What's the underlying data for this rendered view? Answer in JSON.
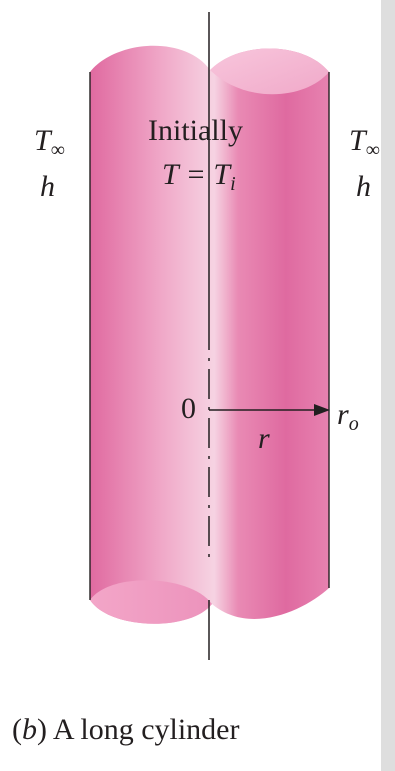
{
  "left_conditions": {
    "t_symbol": "T",
    "t_subscript": "∞",
    "h_symbol": "h"
  },
  "right_conditions": {
    "t_symbol": "T",
    "t_subscript": "∞",
    "h_symbol": "h"
  },
  "initial_condition": {
    "line1": "Initially",
    "line2_prefix": "T = T",
    "line2_subscript": "i"
  },
  "axis": {
    "origin_label": "0",
    "radius_label": "r",
    "outer_radius_symbol": "r",
    "outer_radius_subscript": "o"
  },
  "caption": {
    "letter": "b",
    "text": " A long cylinder"
  },
  "colors": {
    "cylinder_light": "#f6cfe0",
    "cylinder_mid": "#e98ab4",
    "cylinder_dark": "#e06aa0",
    "cap_top": "#f4b7d0",
    "cap_bottom": "#ef9fc4",
    "ink": "#231f20"
  }
}
